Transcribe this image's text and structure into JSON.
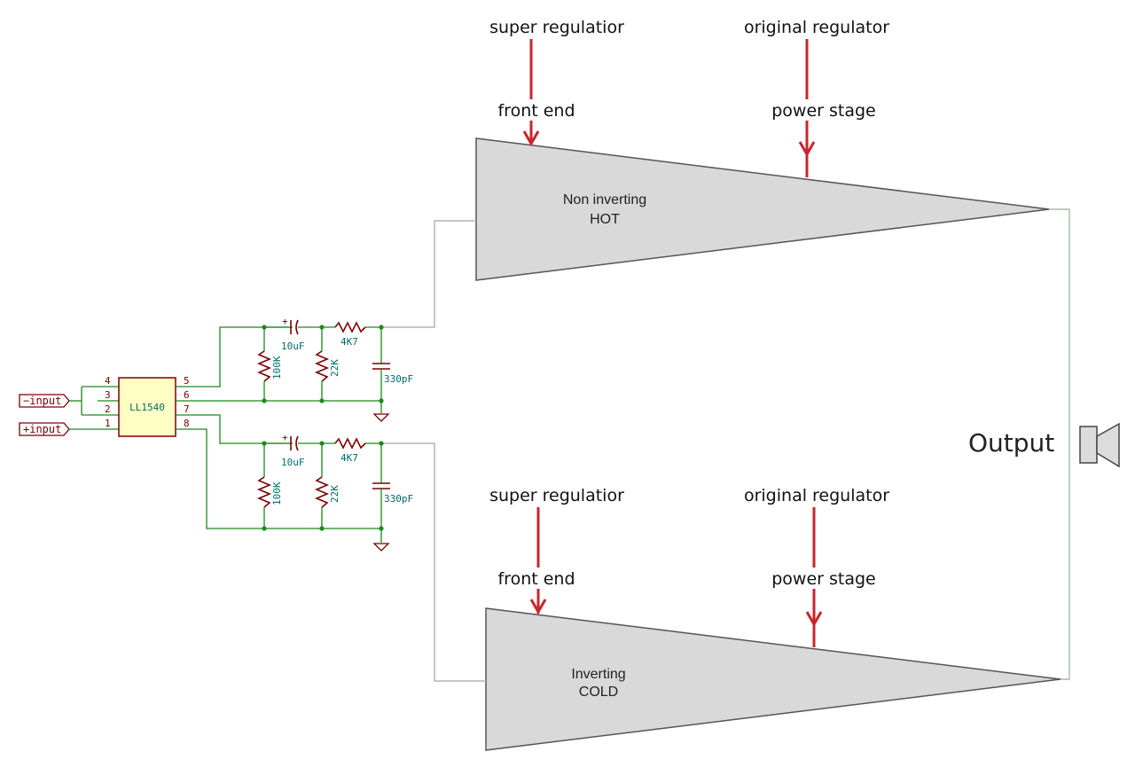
{
  "top_amp": {
    "line1": "Non inverting",
    "line2": "HOT",
    "feed_left_source": "super regulatior",
    "feed_left_target": "front end",
    "feed_right_source": "original regulator",
    "feed_right_target": "power stage"
  },
  "bottom_amp": {
    "line1": "Inverting",
    "line2": "COLD",
    "feed_left_source": "super regulatior",
    "feed_left_target": "front end",
    "feed_right_source": "original regulator",
    "feed_right_target": "power stage"
  },
  "output_label": "Output",
  "schematic": {
    "transformer": "LL1540",
    "ports": {
      "minus": "−input",
      "plus": "+input"
    },
    "pins": [
      "4",
      "3",
      "2",
      "1",
      "5",
      "6",
      "7",
      "8"
    ],
    "top_network": {
      "r1": "100K",
      "c1": "10uF",
      "r2": "22K",
      "r3": "4K7",
      "c2": "330pF"
    },
    "bottom_network": {
      "r1": "100K",
      "c1": "10uF",
      "r2": "22K",
      "r3": "4K7",
      "c2": "330pF"
    }
  },
  "colors": {
    "wire": "#1a8a1a",
    "component": "#7a0000",
    "arrow": "#c8262c",
    "amp_fill": "#d9d9d9",
    "transformer_fill": "#ffffc4"
  }
}
